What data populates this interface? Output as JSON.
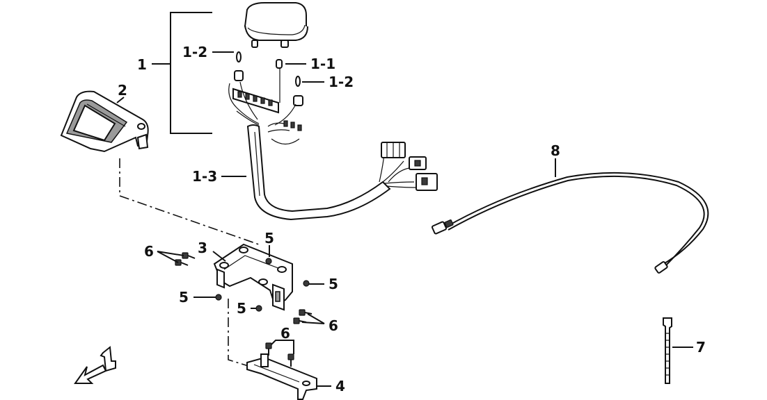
{
  "labels": {
    "l1": "1",
    "l1_1": "1-1",
    "l1_2a": "1-2",
    "l1_2b": "1-2",
    "l1_3": "1-3",
    "l2": "2",
    "l3": "3",
    "l4": "4",
    "l5a": "5",
    "l5b": "5",
    "l5c": "5",
    "l5d": "5",
    "l6a": "6",
    "l6b": "6",
    "l6c": "6",
    "l7": "7",
    "l8": "8"
  },
  "colors": {
    "ink": "#111111",
    "shade": "#9a9a9a",
    "background": "#ffffff"
  },
  "icons": {
    "front_direction": "front-direction-arrow-icon"
  }
}
